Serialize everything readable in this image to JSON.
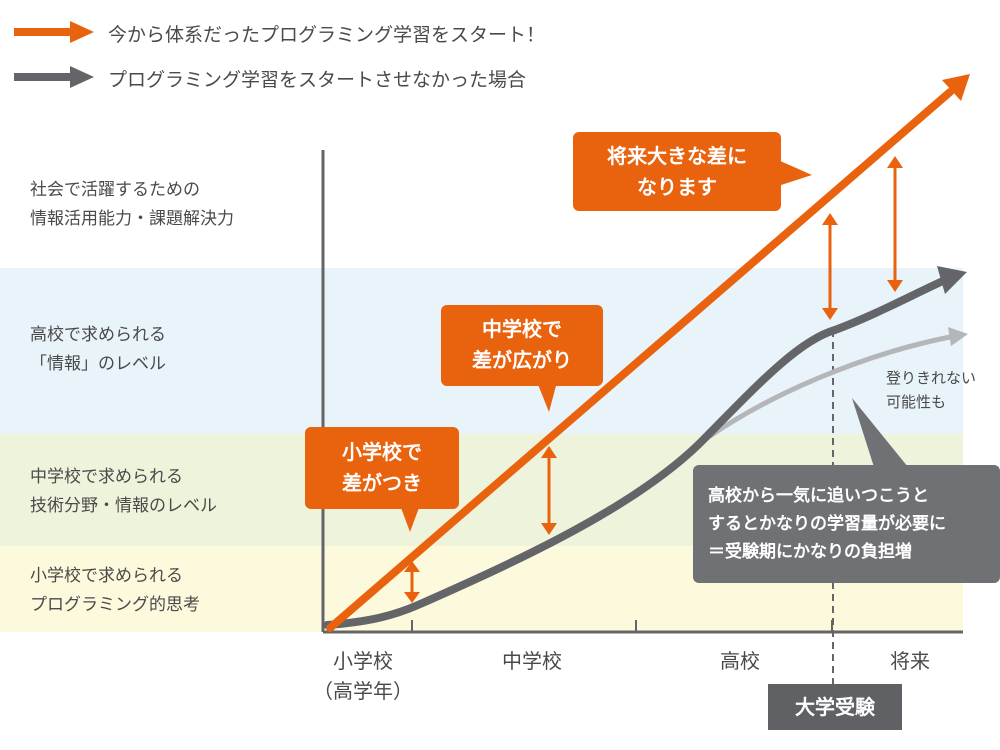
{
  "legend": {
    "orange": "今から体系だったプログラミング学習をスタート！",
    "gray": "プログラミング学習をスタートさせなかった場合"
  },
  "levels": [
    "社会で活躍するための\n情報活用能力・課題解決力",
    "高校で求められる\n「情報」のレベル",
    "中学校で求められる\n技術分野・情報のレベル",
    "小学校で求められる\nプログラミング的思考"
  ],
  "stages": [
    "小学校\n（高学年）",
    "中学校",
    "高校",
    "将来"
  ],
  "exam_label": "大学受験",
  "callouts": {
    "elementary": "小学校で\n差がつき",
    "middle": "中学校で\n差が広がり",
    "future": "将来大きな差に\nなります",
    "burden": "高校から一気に追いつこうと\nするとかなりの学習量が必要に\n＝受験期にかなりの負担増",
    "may_not_reach": "登りきれない\n可能性も"
  },
  "colors": {
    "orange": "#e9620e",
    "gray": "#646568",
    "light_gray": "#b4b6b8",
    "band_top": "#e8f3fa",
    "band_middle": "#eef3dc",
    "band_bottom": "#fdf9dd"
  }
}
